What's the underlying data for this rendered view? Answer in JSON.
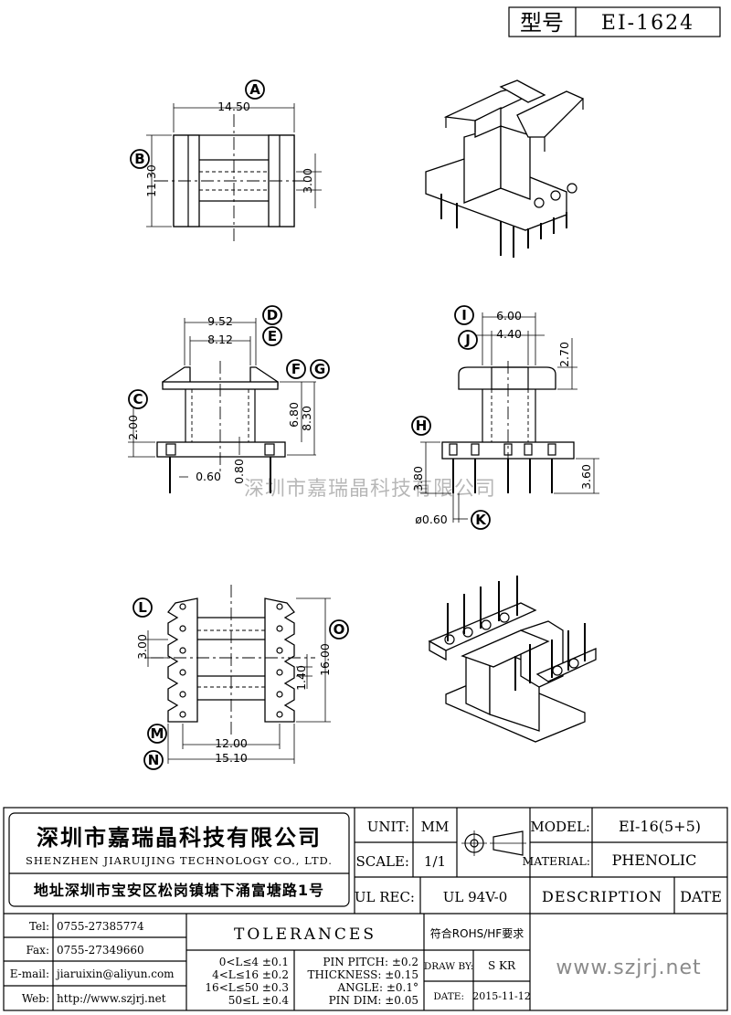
{
  "type_label": "型号",
  "type_value": "EI-1624",
  "watermark": "深圳市嘉瑞晶科技有限公司",
  "dims": {
    "top": {
      "a": "14.50",
      "b": "11.30",
      "c": "3.00"
    },
    "front": {
      "a": "9.52",
      "b": "8.12",
      "c": "6.80",
      "d": "8.30",
      "e": "2.00",
      "f": "0.60",
      "g": "0.80"
    },
    "side": {
      "a": "6.00",
      "b": "4.40",
      "c": "2.70",
      "d": "3.80",
      "e": "3.60",
      "f": "ø0.60"
    },
    "bottom": {
      "a": "3.00",
      "b": "16.00",
      "c": "1.40",
      "d": "12.00",
      "e": "15.10"
    }
  },
  "callouts": [
    "A",
    "B",
    "C",
    "D",
    "E",
    "F",
    "G",
    "H",
    "I",
    "J",
    "K",
    "L",
    "M",
    "N",
    "O"
  ],
  "company": {
    "name_cn": "深圳市嘉瑞晶科技有限公司",
    "name_en": "SHENZHEN JIARUIJING TECHNOLOGY CO., LTD.",
    "address": "地址深圳市宝安区松岗镇塘下涌富塘路1号"
  },
  "titleblock": {
    "unit_label": "UNIT:",
    "unit_value": "MM",
    "scale_label": "SCALE:",
    "scale_value": "1/1",
    "ulrec_label": "UL REC:",
    "ulrec_value": "UL 94V-0",
    "model_label": "MODEL:",
    "model_value": "EI-16(5+5)",
    "material_label": "MATERIAL:",
    "material_value": "PHENOLIC",
    "description_label": "DESCRIPTION",
    "date_label": "DATE"
  },
  "contact": {
    "tel_label": "Tel:",
    "tel_value": "0755-27385774",
    "fax_label": "Fax:",
    "fax_value": "0755-27349660",
    "email_label": "E-mail:",
    "email_value": "jiaruixin@aliyun.com",
    "web_label": "Web:",
    "web_value": "http://www.szjrj.net"
  },
  "tolerances": {
    "title": "TOLERANCES",
    "rows": [
      "0<L≤4 ±0.1",
      "4<L≤16 ±0.2",
      "16<L≤50 ±0.3",
      "50≤L ±0.4"
    ],
    "pin": [
      "PIN PITCH: ±0.2",
      "THICKNESS: ±0.15",
      "ANGLE: ±0.1°",
      "PIN DIM: ±0.05"
    ]
  },
  "rohs": "符合ROHS/HF要求",
  "drawby_label": "DRAW BY:",
  "drawby_value": "S KR",
  "date_field_label": "DATE:",
  "date_value": "2015-11-12",
  "website": "www.szjrj.net"
}
